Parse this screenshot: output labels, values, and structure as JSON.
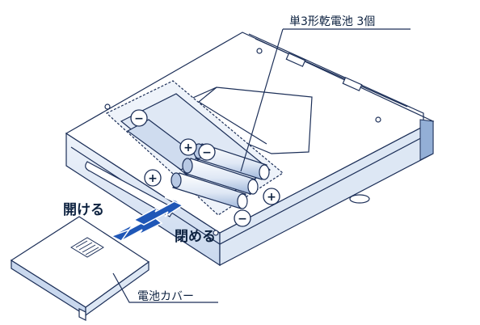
{
  "labels": {
    "batteries": "単3形乾電池 3個",
    "open": "開ける",
    "close": "閉める",
    "cover": "電池カバー"
  },
  "polarity": {
    "plus": "+",
    "minus": "−"
  },
  "colors": {
    "outline": "#1c2f58",
    "body": "#ffffff",
    "shade": "#dde7f4",
    "accent": "#93afd6",
    "arrow": "#1f57b7"
  },
  "icons": [
    "arrow-left-icon",
    "arrow-right-icon",
    "plus-icon",
    "minus-icon"
  ]
}
